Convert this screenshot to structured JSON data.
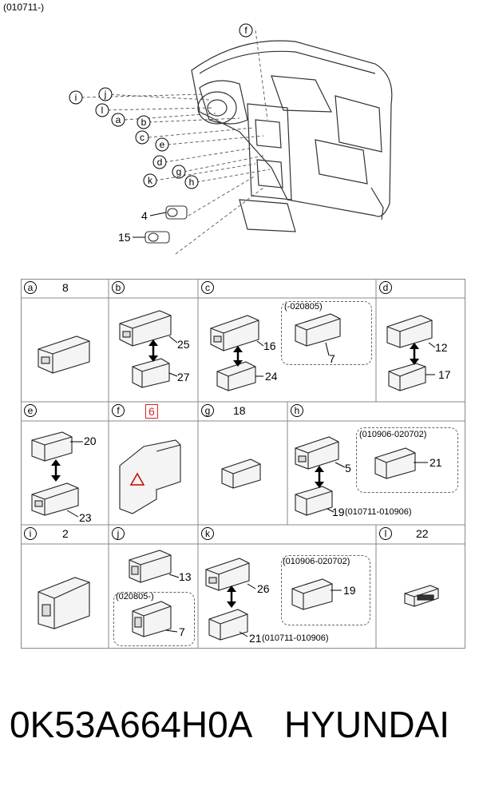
{
  "header": {
    "date_code": "(010711-)"
  },
  "overview": {
    "callouts": [
      "f",
      "i",
      "j",
      "l",
      "a",
      "b",
      "c",
      "e",
      "d",
      "k",
      "g",
      "h"
    ],
    "numbers": [
      "4",
      "15"
    ]
  },
  "cells": {
    "a": {
      "letter": "a",
      "num": "8"
    },
    "b": {
      "letter": "b",
      "parts": [
        "25",
        "27"
      ]
    },
    "c": {
      "letter": "c",
      "parts": [
        "16",
        "24"
      ],
      "range": "(-020805)",
      "range_part": "7"
    },
    "d": {
      "letter": "d",
      "parts": [
        "12",
        "17"
      ]
    },
    "e": {
      "letter": "e",
      "parts": [
        "20",
        "23"
      ]
    },
    "f": {
      "letter": "f",
      "num": "6"
    },
    "g": {
      "letter": "g",
      "num": "18"
    },
    "h": {
      "letter": "h",
      "parts": [
        "5",
        "19"
      ],
      "range": "(010906-020702)",
      "range_part": "21",
      "range2": "(010711-010906)"
    },
    "i": {
      "letter": "i",
      "num": "2"
    },
    "j": {
      "letter": "j",
      "parts": [
        "13"
      ],
      "range": "(020805-)",
      "range_part": "7"
    },
    "k": {
      "letter": "k",
      "parts": [
        "26",
        "21"
      ],
      "range": "(010906-020702)",
      "range_part": "19",
      "range2": "(010711-010906)"
    },
    "l": {
      "letter": "l",
      "num": "22"
    }
  },
  "footer": {
    "part_number": "0K53A664H0A",
    "brand": "HYUNDAI"
  }
}
